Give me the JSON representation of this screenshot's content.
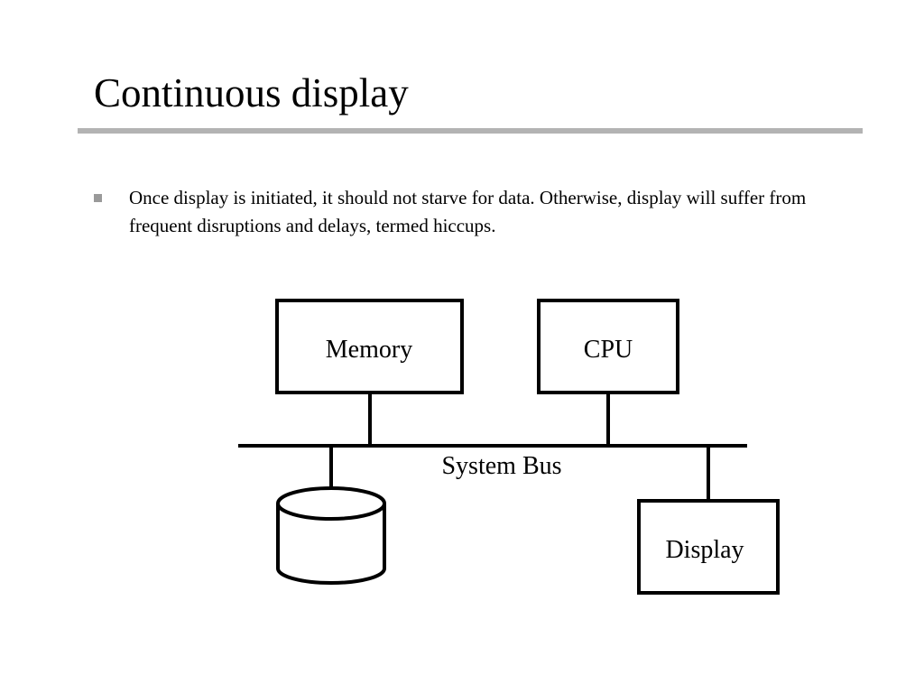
{
  "slide": {
    "title": "Continuous display",
    "bullets": [
      {
        "text": "Once display is initiated, it should not starve for data.  Otherwise, display will suffer from frequent disruptions and delays, termed hiccups."
      }
    ]
  },
  "diagram": {
    "memory_label": "Memory",
    "cpu_label": "CPU",
    "bus_label": "System Bus",
    "display_label": "Display"
  },
  "colors": {
    "title_rule": "#b3b3b3",
    "bullet_marker": "#9a9a9a",
    "stroke": "#000000"
  }
}
